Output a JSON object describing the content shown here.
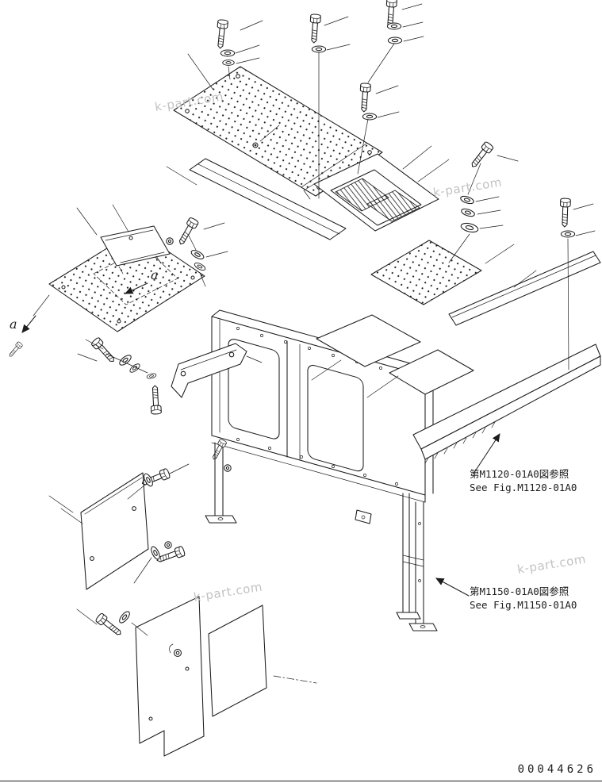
{
  "page": {
    "bg": "#ffffff",
    "ink": "#1c1c1c",
    "watermark_color": "#c2c2c2"
  },
  "watermarks": [
    {
      "text": "k-part.com"
    },
    {
      "text": "k-part.com"
    },
    {
      "text": "k-part.com"
    },
    {
      "text": "k-part.com"
    }
  ],
  "view_labels": {
    "left": "a",
    "mid": "a"
  },
  "references": {
    "m1120": {
      "jp": "第M1120-01A0図参照",
      "en": "See Fig.M1120-01A0"
    },
    "m1150": {
      "jp": "第M1150-01A0図参照",
      "en": "See Fig.M1150-01A0"
    }
  },
  "drawing_number": "00044626"
}
